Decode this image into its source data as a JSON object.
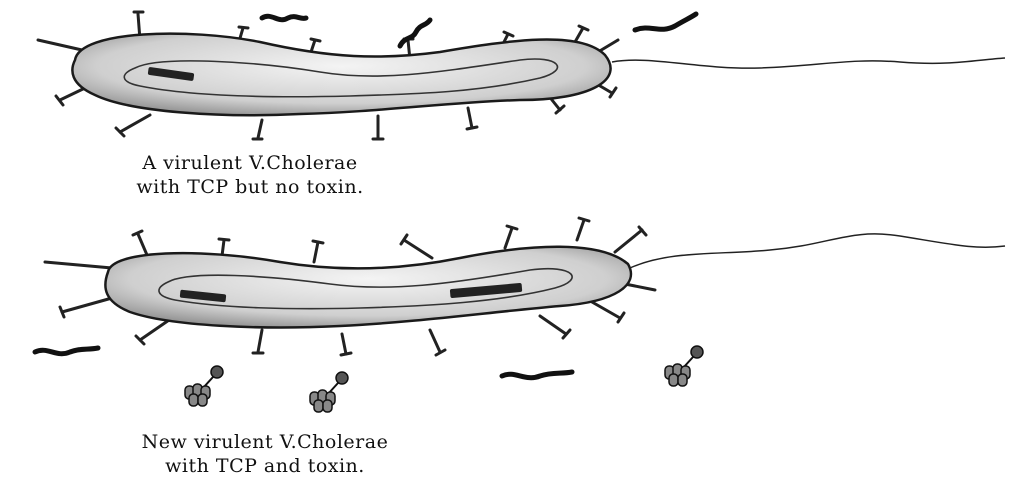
{
  "figure": {
    "top_caption": {
      "line1": "A virulent V.Cholerae",
      "line2": "with TCP but no toxin."
    },
    "bottom_caption": {
      "line1": "New virulent V.Cholerae",
      "line2": "with TCP and toxin."
    },
    "colors": {
      "ink": "#1a1a1a",
      "body_fill": "#d9d9d9",
      "gene_segment": "#222222"
    }
  }
}
